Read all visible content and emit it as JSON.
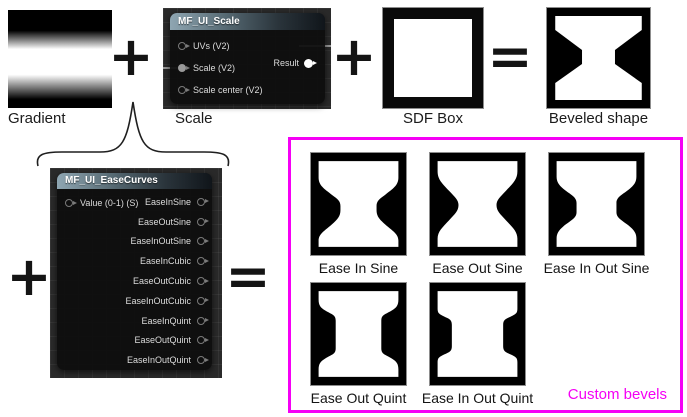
{
  "operators": {
    "plus": "+",
    "equals": "="
  },
  "top_row": {
    "gradient_label": "Gradient",
    "scale_label": "Scale",
    "sdf_box_label": "SDF Box",
    "beveled_label": "Beveled shape"
  },
  "scale_node": {
    "title": "MF_UI_Scale",
    "inputs": [
      {
        "label": "UVs (V2)",
        "filled": false
      },
      {
        "label": "Scale (V2)",
        "filled": true
      },
      {
        "label": "Scale center (V2)",
        "filled": false
      }
    ],
    "output_label": "Result"
  },
  "ease_node": {
    "title": "MF_UI_EaseCurves",
    "input_label": "Value (0-1) (S)",
    "outputs": [
      "EaseInSine",
      "EaseOutSine",
      "EaseInOutSine",
      "EaseInCubic",
      "EaseOutCubic",
      "EaseInOutCubic",
      "EaseInQuint",
      "EaseOutQuint",
      "EaseInOutQuint"
    ]
  },
  "beveled_preview": {
    "shape": "linear"
  },
  "bevels_panel": {
    "caption": "Custom bevels",
    "accent_color": "#f500f5",
    "shape_fill": "#ffffff",
    "shape_bg": "#000000",
    "tiles": [
      {
        "label": "Ease In Sine",
        "shape": "ease-in-sine"
      },
      {
        "label": "Ease Out Sine",
        "shape": "ease-out-sine"
      },
      {
        "label": "Ease In Out Sine",
        "shape": "ease-in-out-sine"
      },
      {
        "label": "Ease Out Quint",
        "shape": "ease-out-quint"
      },
      {
        "label": "Ease In Out Quint",
        "shape": "ease-in-out-quint"
      }
    ]
  }
}
